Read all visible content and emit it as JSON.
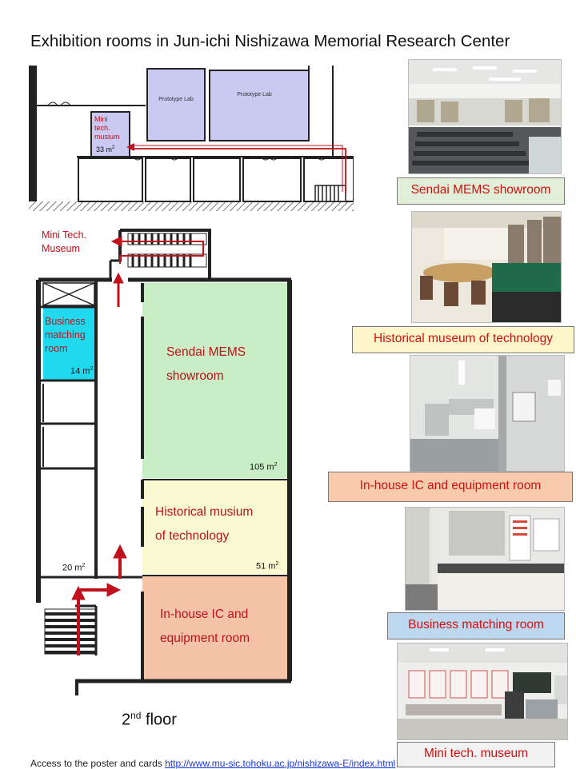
{
  "title": "Exhibition rooms in Jun-ichi Nishizawa Memorial Research Center",
  "top_plan": {
    "lab1": "Prototype Lab",
    "lab2": "Prototype Lab",
    "mini_line1": "Mini",
    "mini_line2": "tech.",
    "mini_line3": "musium",
    "mini_area": "33 m",
    "mini_area_sup": "2"
  },
  "main_plan": {
    "mini_tech_line1": "Mini Tech.",
    "mini_tech_line2": "Museum",
    "business_line1": "Business",
    "business_line2": "matching",
    "business_line3": "room",
    "business_area": "14 m",
    "business_area_sup": "2",
    "sendai_line1": "Sendai MEMS",
    "sendai_line2": "showroom",
    "sendai_area": "105 m",
    "sendai_area_sup": "2",
    "historical_line1": "Historical musium",
    "historical_line2": "of technology",
    "historical_area": "51 m",
    "historical_area_sup": "2",
    "lobby_area": "20 m",
    "lobby_area_sup": "2",
    "inhouse_line1": "In-house IC and",
    "inhouse_line2": "equipment room",
    "colors": {
      "sendai": "#c9edc4",
      "historical": "#fafad2",
      "inhouse": "#f5c4a6",
      "business": "#1fd9ee",
      "lab": "#c9c9f2",
      "arrow": "#c0101c"
    }
  },
  "floor": {
    "label": "2",
    "sup": "nd",
    "suffix": " floor"
  },
  "captions": {
    "sendai": "Sendai MEMS showroom",
    "historical": "Historical museum of technology",
    "inhouse": "In-house IC and equipment room",
    "business": "Business matching room",
    "mini": "Mini tech. museum"
  },
  "footer": {
    "prefix": "Access to the poster and cards",
    "link": "http://www.mu-sic.tohoku.ac.jp/nishizawa-E/index.html"
  }
}
